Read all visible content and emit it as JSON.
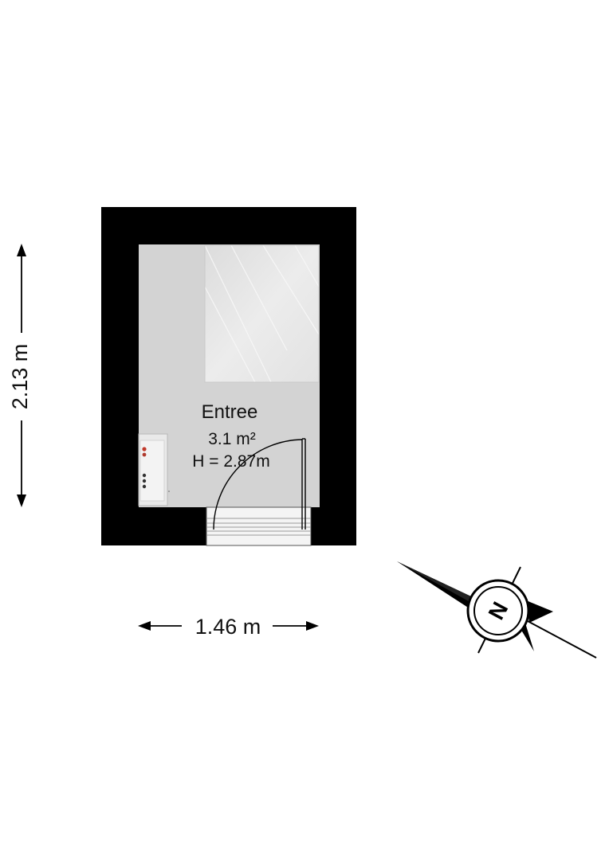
{
  "room": {
    "name": "Entree",
    "area": "3.1 m²",
    "height": "H = 2.87m"
  },
  "dimensions": {
    "height_label": "2.13 m",
    "width_label": "1.46 m"
  },
  "compass": {
    "letter": "N",
    "icon": "compass-north-icon"
  },
  "colors": {
    "wall": "#000000",
    "floor": "#d3d3d3",
    "stair": "#e6e6e6",
    "background": "#ffffff"
  }
}
